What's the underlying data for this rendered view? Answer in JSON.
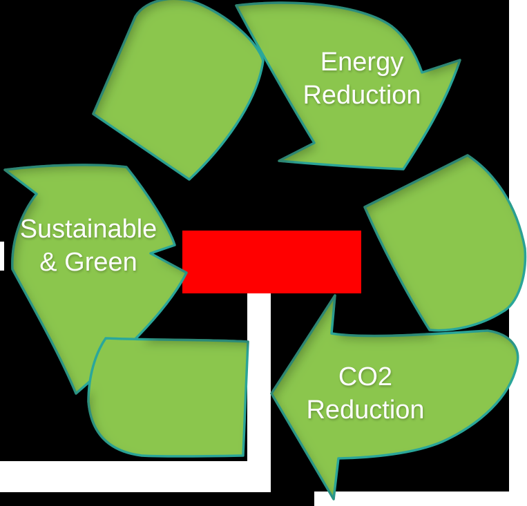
{
  "diagram": {
    "type": "recycle-cycle-infographic",
    "labels": {
      "energy": "Energy\nReduction",
      "sustainable": "Sustainable\n& Green",
      "co2": "CO2\nReduction"
    },
    "colors": {
      "background": "#000000",
      "arrow_green": "#8bc64e",
      "arrow_green_shadow": "#30511a",
      "outline_teal": "#2aa79b",
      "center_red": "#ff0000",
      "label_text": "#fdfdfd",
      "white_patch": "#ffffff"
    }
  }
}
